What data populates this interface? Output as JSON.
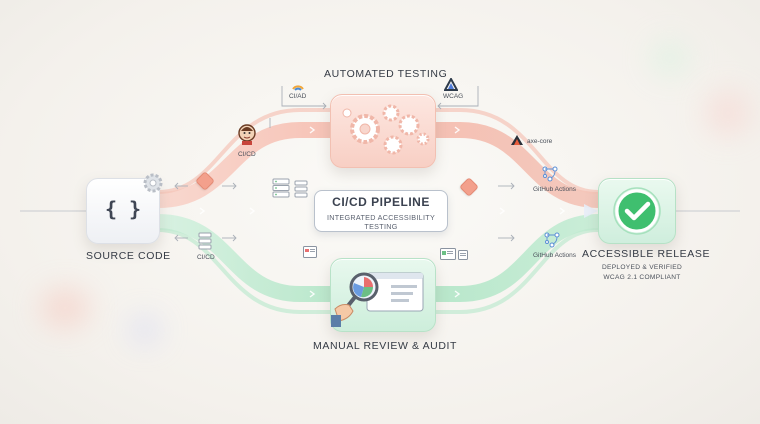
{
  "colors": {
    "testing_flow": "#f6b8aa",
    "manual_flow": "#a9e3c2",
    "center_flow": "#c9d3f0",
    "release_check": "#3fbf6f",
    "gear": "#ffffff"
  },
  "icons": [
    "curly-braces-icon",
    "gear-icon",
    "git-icon",
    "server-icon",
    "jenkins-icon",
    "wcag-logo-icon",
    "axe-logo-icon",
    "checkmark-icon",
    "magnifier-icon",
    "hand-icon",
    "browser-window-icon",
    "network-icon"
  ],
  "diagram": {
    "source": {
      "label": "SOURCE CODE",
      "symbol": "{ }"
    },
    "testing": {
      "label": "AUTOMATED TESTING"
    },
    "manual": {
      "label": "MANUAL REVIEW & AUDIT"
    },
    "pipeline": {
      "title": "CI/CD PIPELINE",
      "subtitle": "INTEGRATED ACCESSIBILITY TESTING"
    },
    "release": {
      "label": "ACCESSIBLE RELEASE",
      "line1": "DEPLOYED & VERIFIED",
      "line2": "WCAG 2.1 COMPLIANT"
    },
    "tools": {
      "ci_ad": "CI/AD",
      "wcag": "WCAG",
      "jenkins_cicd": "CI/CD",
      "axe": "axe-core",
      "github_top": "GitHub Actions",
      "github_bottom": "GitHub Actions",
      "server_cicd": "CI/CD"
    }
  }
}
